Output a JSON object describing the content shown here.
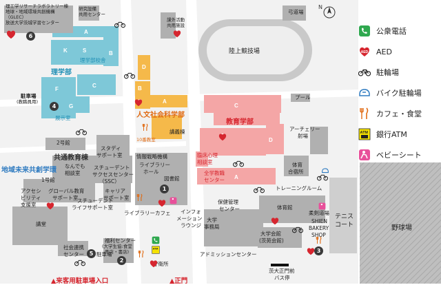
{
  "compass": "N",
  "legend": [
    {
      "icon": "payphone-icon",
      "label": "公衆電話"
    },
    {
      "icon": "aed-icon",
      "label": "AED"
    },
    {
      "icon": "bicycle-parking-icon",
      "label": "駐輪場"
    },
    {
      "icon": "motorbike-parking-icon",
      "label": "バイク駐輪場"
    },
    {
      "icon": "cafe-icon",
      "label": "カフェ・食堂"
    },
    {
      "icon": "atm-icon",
      "label": "銀行ATM"
    },
    {
      "icon": "baby-seat-icon",
      "label": "ベビーシート"
    }
  ],
  "faculties": {
    "science": "理学部",
    "humanities": "人文社会科学部",
    "education": "教育学部",
    "common": "共通教育棟",
    "regional": "地域未来共創学環"
  },
  "labels": {
    "riken_top": "理工学リサーチラボラトリー棟",
    "tiken": "地球・地域環境共創機構",
    "glec": "（GLEC）",
    "housou": "放送大学茨城学習センター",
    "kenkyu1": "研究設備",
    "kenkyu2": "共用センター",
    "kadai1": "課外活動",
    "kadai2": "共用施設",
    "kyudo": "弓道場",
    "rikujo": "陸上競技場",
    "rigakubu_kouya": "理学部校舎",
    "parking_staff": "駐車場",
    "parking_staff_sub": "(教職員用)",
    "tenji": "展示室",
    "kogidou": "講義棟",
    "room10": "10番教室",
    "pool": "プール",
    "archery1": "アーチェリー",
    "archery2": "射場",
    "rinsho1": "臨床心理",
    "rinsho2": "相談室",
    "zenkyo1": "全学教職",
    "zenkyo2": "センター",
    "taiiku_gasshuku1": "体育",
    "taiiku_gasshuku2": "合宿所",
    "training": "トレーニングルーム",
    "bldg2": "2号館",
    "bldg1": "1号館",
    "study1": "スタディ",
    "study2": "サポート室",
    "nandemo1": "なんでも",
    "nandemo2": "相談室",
    "ssc1": "スチューデント",
    "ssc2": "サクセスセンター",
    "ssc3": "（SSC）",
    "career1": "キャリア",
    "career2": "サポート室",
    "access1": "アクセシ",
    "access2": "ビリティ",
    "access3": "支援室",
    "global1": "グローバル教育",
    "global2": "サポート室",
    "student_life1": "スチューデント",
    "student_life2": "ライフサポート室",
    "kodo": "講堂",
    "johosenryaku": "情報戦略機構",
    "library_hall1": "ライブラリー",
    "library_hall2": "ホール",
    "toshokan": "図書館",
    "library_cafe": "ライブラリーカフェ",
    "info_lounge1": "インフォ",
    "info_lounge2": "メーション",
    "info_lounge3": "ラウンジ",
    "hoken1": "保健管理",
    "hoken2": "センター",
    "jimu1": "大学",
    "jimu2": "事務局",
    "taiikukan": "体育館",
    "judo": "柔剣道場",
    "shien1": "SHIEN",
    "shien2": "BAKERY",
    "shien3": "SHOP",
    "tennis1": "テニス",
    "tennis2": "コート",
    "yakyu": "野球場",
    "kaikan1": "大学会館",
    "kaikan2": "(茨苑会館)",
    "admission": "アドミッションセンター",
    "fukuri1": "福利センター",
    "fukuri2": "(大学生協:食堂",
    "fukuri3": "売店・書店)",
    "shakai1": "社会連携",
    "shakai2": "センター",
    "chusha": "駐車場",
    "shuei": "守衛所",
    "bus1": "茨大正門前",
    "bus2": "バス停"
  },
  "bottom_links": {
    "visitor_parking": "▲来客用駐車場入口",
    "main_gate": "▲正門"
  },
  "colors": {
    "science": "#7ec8d8",
    "science_text": "#1f8fb5",
    "humanities": "#f5b94a",
    "humanities_text": "#e06a12",
    "education": "#f4a6a6",
    "education_text": "#d6262f",
    "common": "#b0b0b0",
    "common_text": "#333333",
    "regional_text": "#2f7bc0",
    "bottom_link": "#d6262f"
  }
}
